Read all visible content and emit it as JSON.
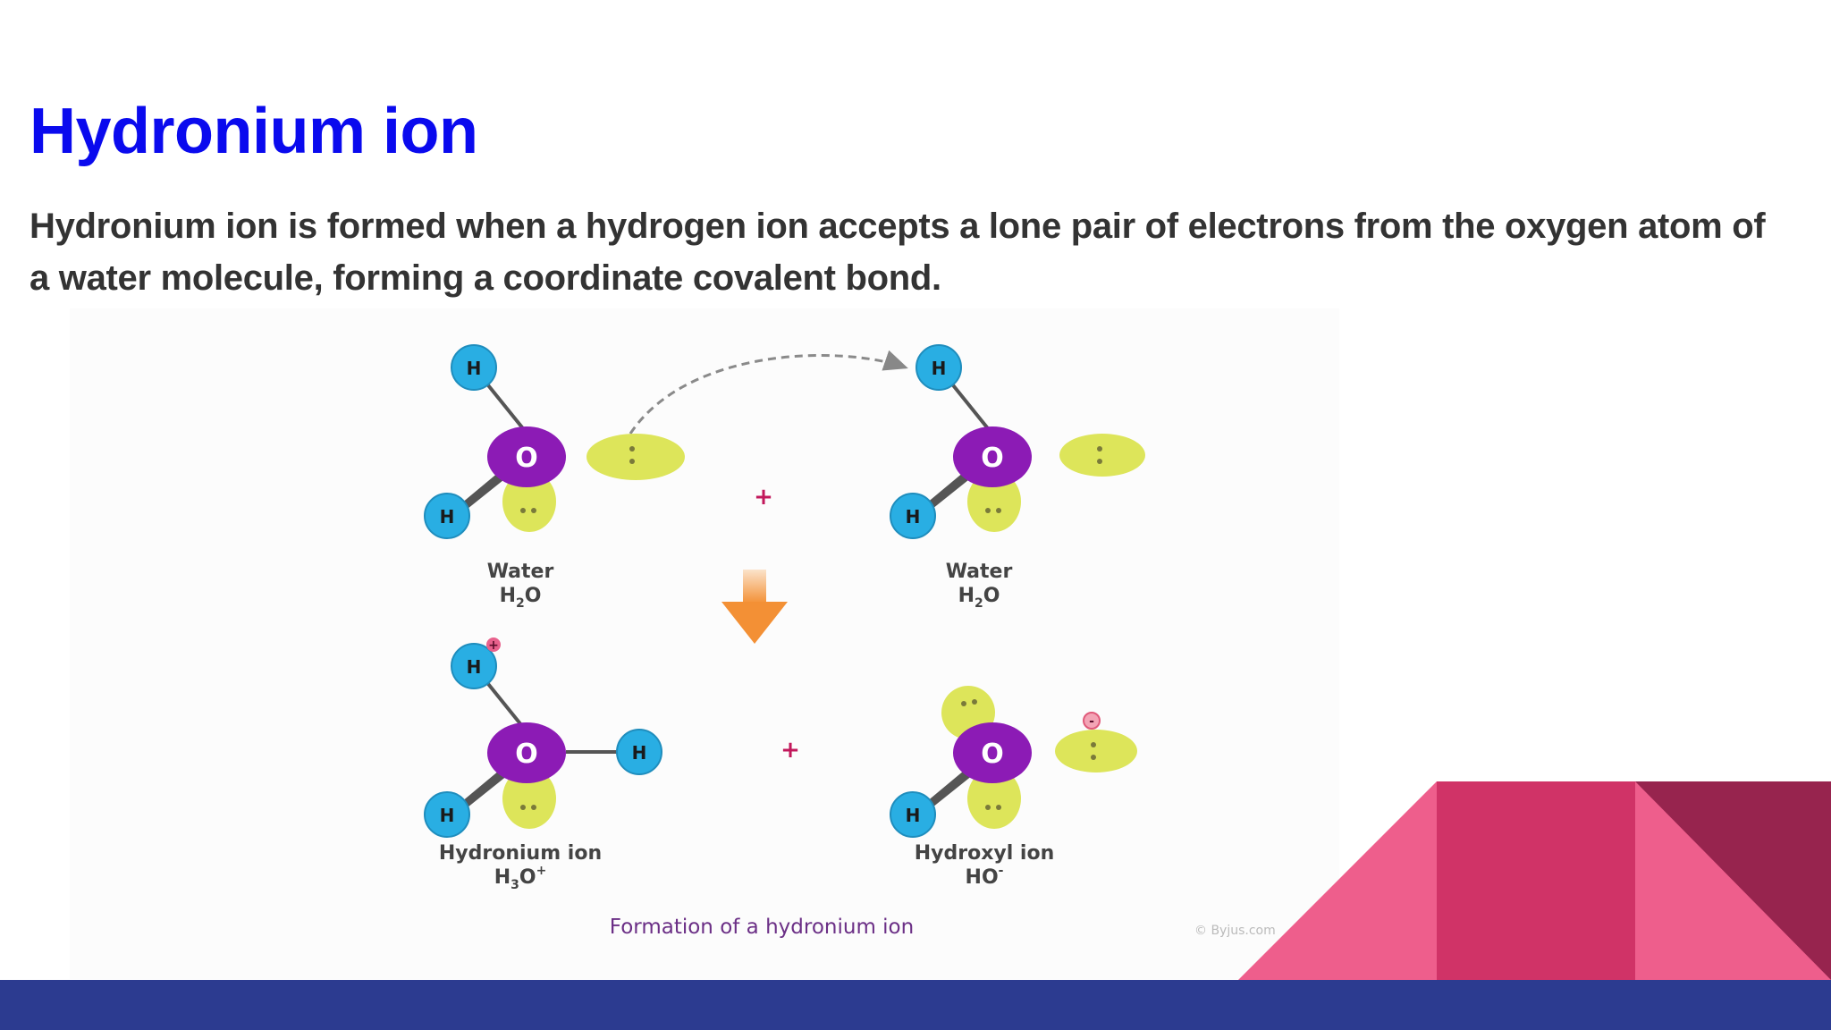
{
  "slide": {
    "title": "Hydronium ion",
    "body": "Hydronium ion is formed when a hydrogen ion accepts a lone pair of electrons from the oxygen atom of a water molecule, forming a coordinate covalent bond."
  },
  "figure": {
    "atoms": {
      "hydrogen": "H",
      "oxygen": "O"
    },
    "water_left": {
      "name": "Water",
      "formula_main": "H",
      "formula_sub": "2",
      "formula_tail": "O"
    },
    "water_right": {
      "name": "Water",
      "formula_main": "H",
      "formula_sub": "2",
      "formula_tail": "O"
    },
    "hydronium": {
      "name": "Hydronium ion",
      "formula_main": "H",
      "formula_sub": "3",
      "formula_tail": "O",
      "formula_sup": "+"
    },
    "hydroxyl": {
      "name": "Hydroxyl ion",
      "formula_main": "HO",
      "formula_sup": "-"
    },
    "plus_sign": "+",
    "caption": "Formation of a hydronium ion",
    "credit": "© Byjus.com"
  },
  "colors": {
    "title": "#0a0aee",
    "body_text": "#333333",
    "hydrogen": "#29aee3",
    "oxygen": "#8c1bb5",
    "lone_pair": "#dde55a",
    "arrow": "#f39035",
    "plus": "#c2185b",
    "caption": "#6b2f86",
    "footer": "#2c3b90",
    "deco_pink": "#ee5e8c",
    "deco_magenta": "#d03367",
    "deco_dark": "#97244e"
  }
}
